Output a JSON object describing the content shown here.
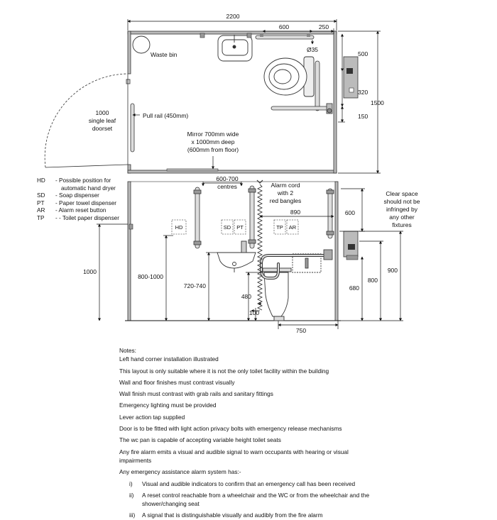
{
  "plan": {
    "dim_total_width": "2200",
    "dim_600": "600",
    "dim_250": "250",
    "dim_diameter": "Ø35",
    "dim_500": "500",
    "dim_320": "320",
    "dim_150": "150",
    "dim_1500": "1500",
    "waste_bin": "Waste bin",
    "door_lines": [
      "1000",
      "single leaf",
      "doorset"
    ],
    "pull_rail": "Pull rail (450mm)",
    "mirror_lines": [
      "Mirror 700mm wide",
      "x 1000mm deep",
      "(600mm from floor)"
    ]
  },
  "legend": [
    {
      "abbr": "HD",
      "text": "- Possible position for"
    },
    {
      "abbr": "",
      "text": "automatic hand dryer"
    },
    {
      "abbr": "SD",
      "text": "- Soap dispenser"
    },
    {
      "abbr": "PT",
      "text": "- Paper towel dispenser"
    },
    {
      "abbr": "AR",
      "text": "- Alarm reset button"
    },
    {
      "abbr": "TP",
      "text": "- - Toilet paper dispenser"
    }
  ],
  "elevation": {
    "centres_lines": [
      "600-700",
      "centres"
    ],
    "alarm_lines": [
      "Alarm cord",
      "with 2",
      "red bangles"
    ],
    "clear_lines": [
      "Clear space",
      "should not be",
      "infringed by",
      "any other",
      "fixtures"
    ],
    "dim_890": "890",
    "dim_600": "600",
    "dim_900": "900",
    "dim_800": "800",
    "dim_680": "680",
    "dim_1000": "1000",
    "dim_800_1000": "800-1000",
    "dim_720_740": "720-740",
    "dim_480": "480",
    "dim_100": "100",
    "dim_750": "750",
    "box_hd": "HD",
    "box_sd": "SD",
    "box_pt": "PT",
    "box_tp": "TP",
    "box_ar": "AR"
  },
  "notes": {
    "heading": "Notes:",
    "items": [
      "Left hand corner installation illustrated",
      "This layout is only suitable where it is not the only toilet facility within the building",
      "Wall and floor finishes must contrast visually",
      "Wall finish must contrast with grab rails and sanitary fittings",
      "Emergency lighting must be provided",
      "Lever action tap supplied",
      "Door is to be fitted with light action privacy bolts with emergency release mechanisms",
      "The wc pan is capable of accepting variable height toilet seats"
    ],
    "fire_lines": [
      "Any fire alarm emits a visual and audible signal to warn occupants with hearing or visual",
      "impairments"
    ],
    "alarm_intro": "Any emergency assistance alarm system has:-",
    "sub": [
      {
        "num": "i)",
        "lines": [
          "Visual and audible indicators to confirm that an emergency call has been received"
        ]
      },
      {
        "num": "ii)",
        "lines": [
          "A reset control reachable from a wheelchair and the WC or from the wheelchair and the",
          "shower/changing seat"
        ]
      },
      {
        "num": "iii)",
        "lines": [
          "A signal that is distinguishable visually and audibly from the fire alarm"
        ]
      }
    ]
  }
}
